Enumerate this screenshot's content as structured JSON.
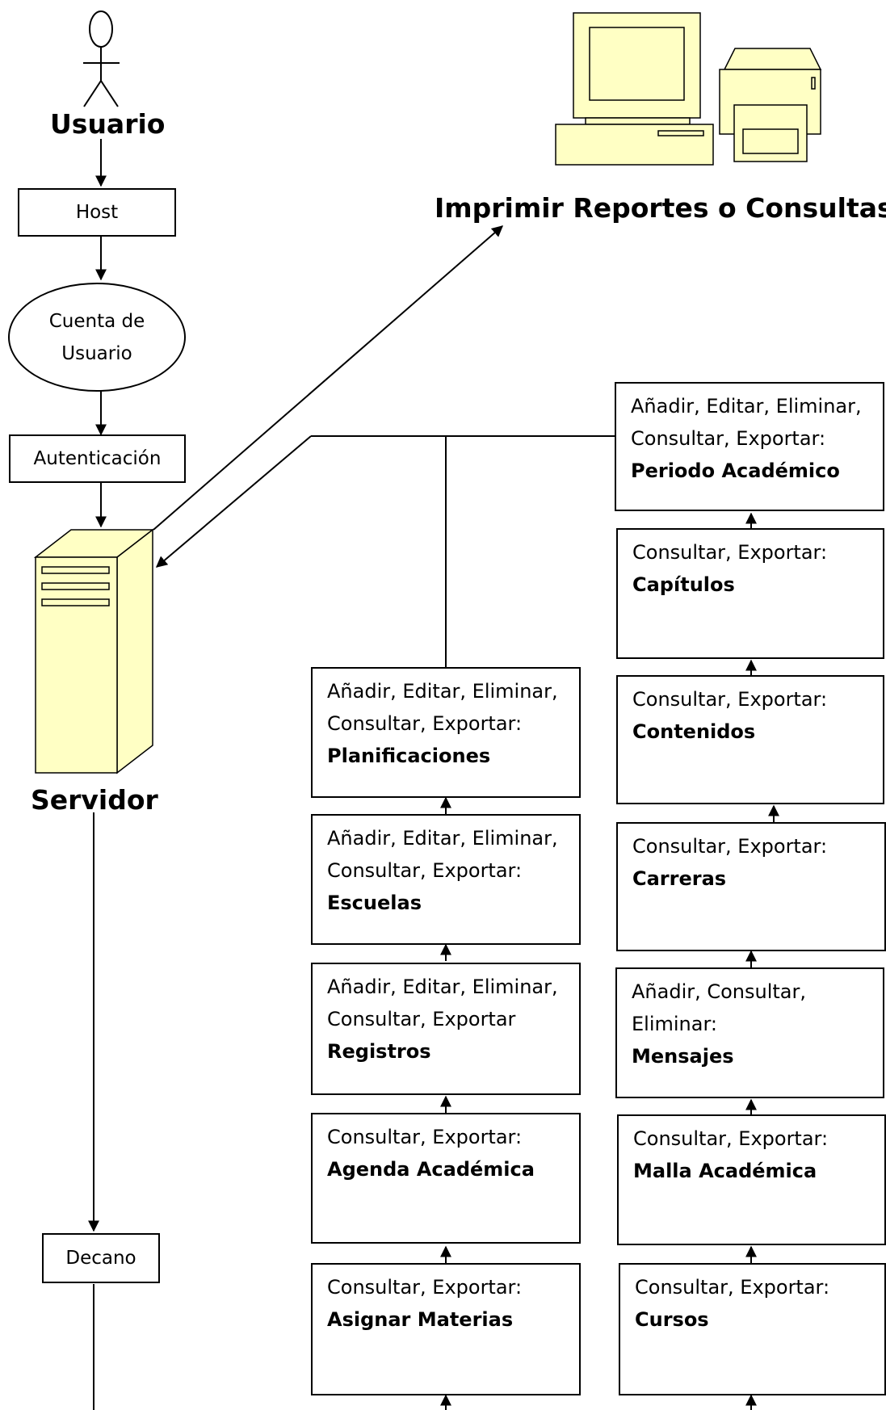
{
  "actor": {
    "label": "Usuario"
  },
  "host": {
    "label": "Host"
  },
  "account": {
    "line1": "Cuenta de",
    "line2": "Usuario"
  },
  "auth": {
    "label": "Autenticación"
  },
  "server": {
    "label": "Servidor"
  },
  "printer": {
    "label": "Imprimir Reportes o Consultas"
  },
  "role": {
    "label": "Decano"
  },
  "colors": {
    "device_fill": "#ffffc4",
    "stroke": "#000000"
  },
  "left_column": [
    {
      "line1": "Añadir, Editar, Eliminar,",
      "line2": "Consultar, Exportar:",
      "title": "Planificaciones"
    },
    {
      "line1": "Añadir, Editar, Eliminar,",
      "line2": "Consultar, Exportar:",
      "title": "Escuelas"
    },
    {
      "line1": "Añadir, Editar, Eliminar,",
      "line2": "Consultar, Exportar",
      "title": "Registros"
    },
    {
      "line1": "Consultar, Exportar:",
      "title": "Agenda Académica"
    },
    {
      "line1": "Consultar, Exportar:",
      "title": "Asignar Materias"
    }
  ],
  "right_column": [
    {
      "line1": "Añadir, Editar, Eliminar,",
      "line2": "Consultar, Exportar:",
      "title": "Periodo Académico"
    },
    {
      "line1": "Consultar, Exportar:",
      "title": "Capítulos"
    },
    {
      "line1": "Consultar, Exportar:",
      "title": "Contenidos"
    },
    {
      "line1": "Consultar, Exportar:",
      "title": "Carreras"
    },
    {
      "line1": "Añadir, Consultar,",
      "line2": "Eliminar:",
      "title": "Mensajes"
    },
    {
      "line1": "Consultar, Exportar:",
      "title": "Malla Académica"
    },
    {
      "line1": "Consultar, Exportar:",
      "title": "Cursos"
    }
  ]
}
